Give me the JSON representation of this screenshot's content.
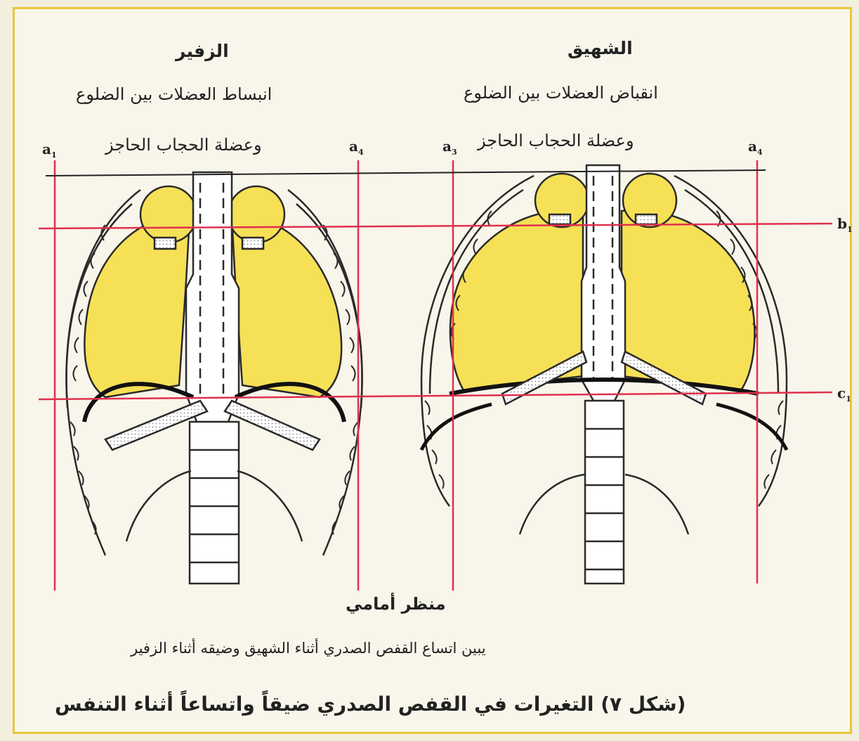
{
  "exhale": {
    "title": "الزفير",
    "line1": "انبساط العضلات بين الضلوع",
    "line2": "وعضلة الحجاب الحاجز"
  },
  "inhale": {
    "title": "الشهيق",
    "line1": "انقباض العضلات بين الضلوع",
    "line2": "وعضلة الحجاب الحاجز"
  },
  "labels": {
    "a1": "a",
    "a1_sub": "1",
    "a4_left": "a",
    "a4_left_sub": "4",
    "a3": "a",
    "a3_sub": "3",
    "a4_right": "a",
    "a4_right_sub": "4",
    "b1": "b",
    "b1_sub": "1",
    "c1": "c",
    "c1_sub": "1"
  },
  "view_label": "منظر أمامي",
  "description": "يبين اتساع القفص الصدري أثناء الشهيق وضيقه أثناء الزفير",
  "caption": "(شكل ٧) التغيرات في القفص الصدري ضيقاً واتساعاً أثناء التنفس",
  "colors": {
    "lung_fill": "#f6e056",
    "guide_line": "#e0304e",
    "bone_outline": "#2a2a2a",
    "diaphragm": "#111111",
    "frame_border": "#e8c63a"
  }
}
